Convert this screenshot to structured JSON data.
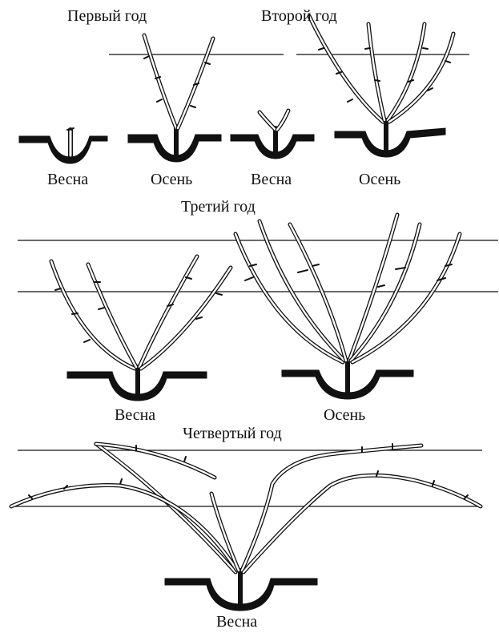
{
  "years": {
    "first": "Первый год",
    "second": "Второй год",
    "third": "Третий год",
    "fourth": "Четвертый год"
  },
  "seasons": {
    "spring": "Весна",
    "autumn": "Осень"
  },
  "colors": {
    "ink": "#111111",
    "background": "#ffffff"
  }
}
